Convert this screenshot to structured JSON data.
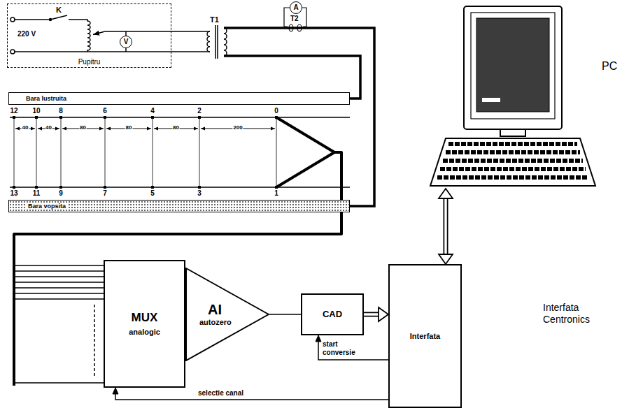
{
  "diagram": {
    "nodes": [
      {
        "text": [
          "Pupitru"
        ]
      },
      {
        "text": [
          "V"
        ],
        "in": 0
      },
      {
        "text": [
          "A"
        ]
      },
      {
        "text": [
          "Bara lustruita"
        ]
      },
      {
        "text": [
          "Bara vopsita"
        ]
      },
      {
        "text": [
          "MUX",
          "analogic"
        ]
      },
      {
        "text": [
          "AI",
          "autozero"
        ]
      },
      {
        "text": [
          "CAD"
        ]
      },
      {
        "text": [
          "Interfata"
        ]
      },
      {
        "text": [
          "PC"
        ]
      }
    ],
    "edges": [
      {
        "from": 6,
        "to": 7,
        "arrow": "none"
      },
      {
        "from": 7,
        "to": 8,
        "arrow": "to"
      },
      {
        "from": 8,
        "to": 7,
        "arrow": "to",
        "label": "start conversie"
      },
      {
        "from": 8,
        "to": 5,
        "arrow": "to",
        "label": "selectie canal"
      },
      {
        "from": 9,
        "to": 8,
        "arrow": "both",
        "label": "Interfata Centronics"
      }
    ],
    "labels": [
      "K",
      "220 V",
      "T1",
      "T2",
      "12",
      "10",
      "8",
      "6",
      "4",
      "2",
      "0",
      "40",
      "40",
      "80",
      "80",
      "80",
      "200",
      "13",
      "11",
      "9",
      "7",
      "5",
      "3",
      "1"
    ]
  }
}
